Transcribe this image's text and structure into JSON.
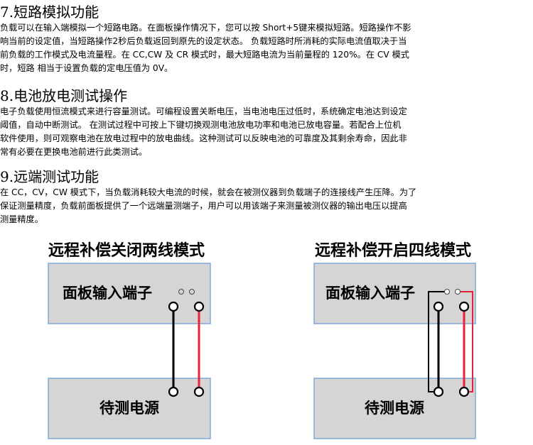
{
  "sections": [
    {
      "heading": "7.短路模拟功能",
      "lines": [
        "负载可以在输入端模拟一个短路电路。在面板操作情况下，您可以按 Short+5键来模拟短路。短路操作不影",
        "响当前的设定值，当短路操作2秒后负载返回到原先的设定状态。  负载短路时所消耗的实际电流值取决于当",
        "前负载的工作模式及电流量程。在 CC,CW 及 CR 模式时，最大短路电流为当前量程的 120%。在 CV 模式",
        "时，短路 相当于设置负载的定电压值为 0V。"
      ]
    },
    {
      "heading": "8.电池放电测试操作",
      "lines": [
        "电子负载使用恒流模式来进行容量测试。可编程设置关断电压，当电池电压过低时，系统确定电池达到设定",
        "阈值，自动中断测试。  在测试过程中可按上下键切换观测电池放电功率和电池已放电容量。若配合上位机",
        "软件使用，则可观察电池在放电过程中的放电曲线。这种测试可以反映电池的可靠度及其剩余寿命，因此非",
        "常有必要在更换电池前进行此类测试。"
      ]
    },
    {
      "heading": "9.远端测试功能",
      "lines": [
        "在 CC，CV，CW 模式下，当负载消耗较大电流的时候，就会在被测仪器到负载端子的连接线产生压降。为了",
        "保证测量精度，负载前面板提供了一个远端量测端子，用户可以用该端子来测量被测仪器的输出电压以提高",
        "测量精度。"
      ]
    }
  ],
  "diagrams": {
    "left": {
      "title": "远程补偿关闭两线模式",
      "panel_label": "面板输入端子",
      "source_label": "待测电源"
    },
    "right": {
      "title": "远程补偿开启四线模式",
      "panel_label": "面板输入端子",
      "source_label": "待测电源"
    }
  },
  "colors": {
    "box_fill": "#d6d4d5",
    "box_border": "#7fa8dc",
    "wire_black": "#000000",
    "wire_red": "#e8213a"
  }
}
